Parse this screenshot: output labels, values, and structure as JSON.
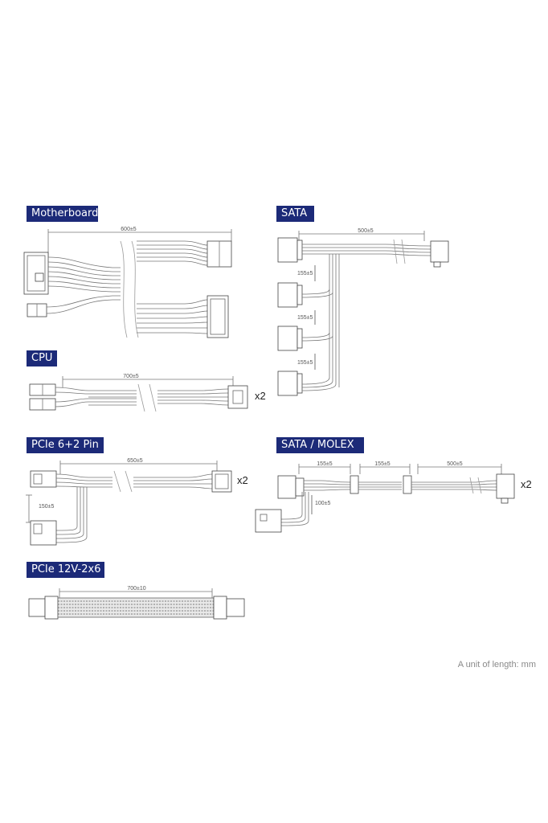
{
  "colors": {
    "label_background": "#1c2a78",
    "line": "#7a7a7a",
    "text": "#222222"
  },
  "sections": {
    "motherboard": {
      "label": "Motherboard",
      "length": "600±5"
    },
    "cpu": {
      "label": "CPU",
      "length": "700±5",
      "multiplier": "x2"
    },
    "pcie": {
      "label": "PCIe 6+2 Pin",
      "length": "650±5",
      "split": "150±5",
      "multiplier": "x2"
    },
    "pcie12v": {
      "label": "PCIe 12V-2x6",
      "length": "700±10"
    },
    "sata": {
      "label": "SATA",
      "length": "500±5",
      "gaps": [
        "155±5",
        "155±5",
        "155±5"
      ]
    },
    "sata_molex": {
      "label": "SATA / MOLEX",
      "lengths": [
        "155±5",
        "155±5",
        "500±5"
      ],
      "branch": "100±5",
      "multiplier": "x2"
    }
  },
  "footnote": "A unit of length: mm"
}
